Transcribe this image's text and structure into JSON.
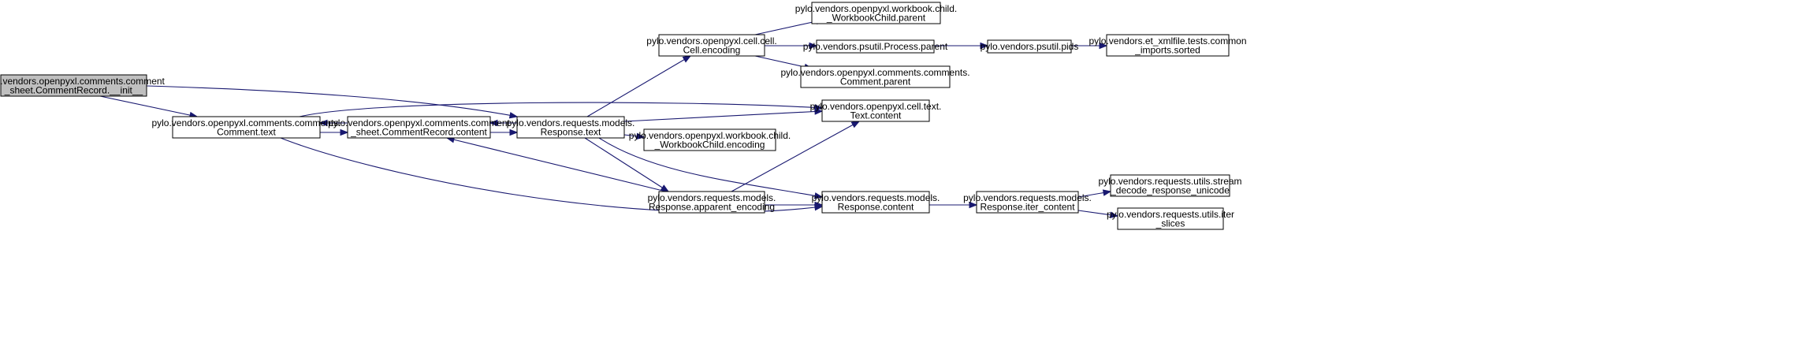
{
  "colors": {
    "edge": "#191970",
    "root_fill": "#bfbfbf",
    "node_fill": "#ffffff",
    "border": "#000000"
  },
  "nodes": [
    {
      "id": "n0",
      "lines": [
        "pylo.vendors.openpyxl.comments.comment",
        "_sheet.CommentRecord.__init__"
      ],
      "root": true
    },
    {
      "id": "n1",
      "lines": [
        "pylo.vendors.openpyxl.comments.comments.",
        "Comment.text"
      ]
    },
    {
      "id": "n2",
      "lines": [
        "pylo.vendors.openpyxl.comments.comment",
        "_sheet.CommentRecord.content"
      ]
    },
    {
      "id": "n3",
      "lines": [
        "pylo.vendors.requests.models.",
        "Response.text"
      ]
    },
    {
      "id": "n4",
      "lines": [
        "pylo.vendors.openpyxl.cell.cell.",
        "Cell.encoding"
      ]
    },
    {
      "id": "n5",
      "lines": [
        "pylo.vendors.openpyxl.workbook.child.",
        "_WorkbookChild.parent"
      ]
    },
    {
      "id": "n6",
      "lines": [
        "pylo.vendors.psutil.Process.parent"
      ]
    },
    {
      "id": "n7",
      "lines": [
        "pylo.vendors.psutil.pids"
      ]
    },
    {
      "id": "n8",
      "lines": [
        "pylo.vendors.et_xmlfile.tests.common",
        "_imports.sorted"
      ]
    },
    {
      "id": "n9",
      "lines": [
        "pylo.vendors.openpyxl.comments.comments.",
        "Comment.parent"
      ]
    },
    {
      "id": "n10",
      "lines": [
        "pylo.vendors.openpyxl.cell.text.",
        "Text.content"
      ]
    },
    {
      "id": "n11",
      "lines": [
        "pylo.vendors.openpyxl.workbook.child.",
        "_WorkbookChild.encoding"
      ]
    },
    {
      "id": "n12",
      "lines": [
        "pylo.vendors.requests.models.",
        "Response.apparent_encoding"
      ]
    },
    {
      "id": "n13",
      "lines": [
        "pylo.vendors.requests.models.",
        "Response.content"
      ]
    },
    {
      "id": "n14",
      "lines": [
        "pylo.vendors.requests.models.",
        "Response.iter_content"
      ]
    },
    {
      "id": "n15",
      "lines": [
        "pylo.vendors.requests.utils.stream",
        "_decode_response_unicode"
      ]
    },
    {
      "id": "n16",
      "lines": [
        "pylo.vendors.requests.utils.iter",
        "_slices"
      ]
    }
  ],
  "edges": [
    {
      "from": "n0",
      "to": "n1"
    },
    {
      "from": "n0",
      "to": "n3"
    },
    {
      "from": "n1",
      "to": "n2"
    },
    {
      "from": "n1",
      "to": "n10"
    },
    {
      "from": "n1",
      "to": "n13"
    },
    {
      "from": "n2",
      "to": "n1"
    },
    {
      "from": "n2",
      "to": "n3"
    },
    {
      "from": "n3",
      "to": "n2"
    },
    {
      "from": "n3",
      "to": "n4"
    },
    {
      "from": "n3",
      "to": "n10"
    },
    {
      "from": "n3",
      "to": "n11"
    },
    {
      "from": "n3",
      "to": "n12"
    },
    {
      "from": "n3",
      "to": "n13"
    },
    {
      "from": "n4",
      "to": "n5"
    },
    {
      "from": "n4",
      "to": "n6"
    },
    {
      "from": "n4",
      "to": "n9"
    },
    {
      "from": "n6",
      "to": "n7"
    },
    {
      "from": "n7",
      "to": "n8"
    },
    {
      "from": "n12",
      "to": "n2"
    },
    {
      "from": "n12",
      "to": "n10"
    },
    {
      "from": "n12",
      "to": "n13"
    },
    {
      "from": "n13",
      "to": "n14"
    },
    {
      "from": "n14",
      "to": "n15"
    },
    {
      "from": "n14",
      "to": "n16"
    }
  ]
}
